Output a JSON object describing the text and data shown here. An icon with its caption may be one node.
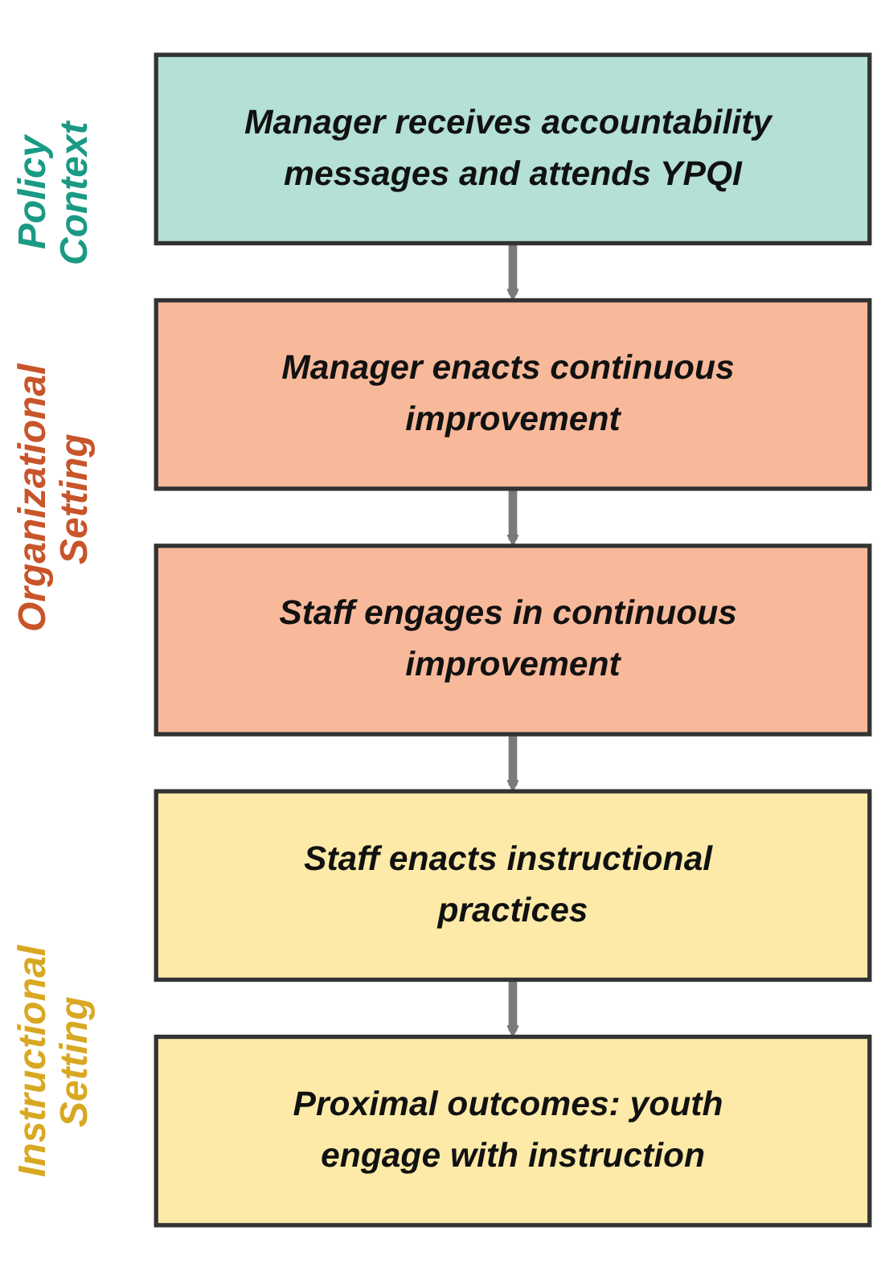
{
  "diagram": {
    "nodes": [
      {
        "text": [
          "Manager receives accountability messages and attends YPQI"
        ]
      },
      {
        "text": [
          "Manager enacts continuous improvement"
        ]
      },
      {
        "text": [
          "Staff engages in continuous improvement"
        ]
      },
      {
        "text": [
          "Staff enacts instructional practices"
        ]
      },
      {
        "text": [
          "Proximal outcomes: youth engage with instruction"
        ]
      }
    ],
    "edges": [
      {
        "from": 0,
        "to": 1,
        "arrow": "to"
      },
      {
        "from": 1,
        "to": 2,
        "arrow": "to"
      },
      {
        "from": 2,
        "to": 3,
        "arrow": "to"
      },
      {
        "from": 3,
        "to": 4,
        "arrow": "to"
      }
    ],
    "labels": [
      "Policy Context",
      "Organizational Setting",
      "Instructional Setting"
    ]
  }
}
